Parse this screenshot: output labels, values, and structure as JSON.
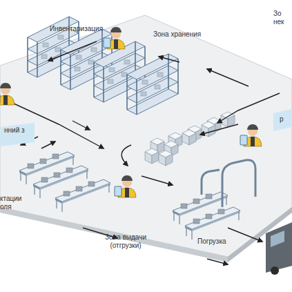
{
  "diagram": {
    "nodes": [
      {
        "text": [
          "нний з"
        ]
      },
      {
        "text": [
          "р"
        ]
      }
    ],
    "labels": [
      "Инвентаризация",
      "Зона хранения",
      "Зо нек",
      "ктации оля",
      "Зона выдачи (отгрузки)",
      "Погрузка"
    ]
  }
}
